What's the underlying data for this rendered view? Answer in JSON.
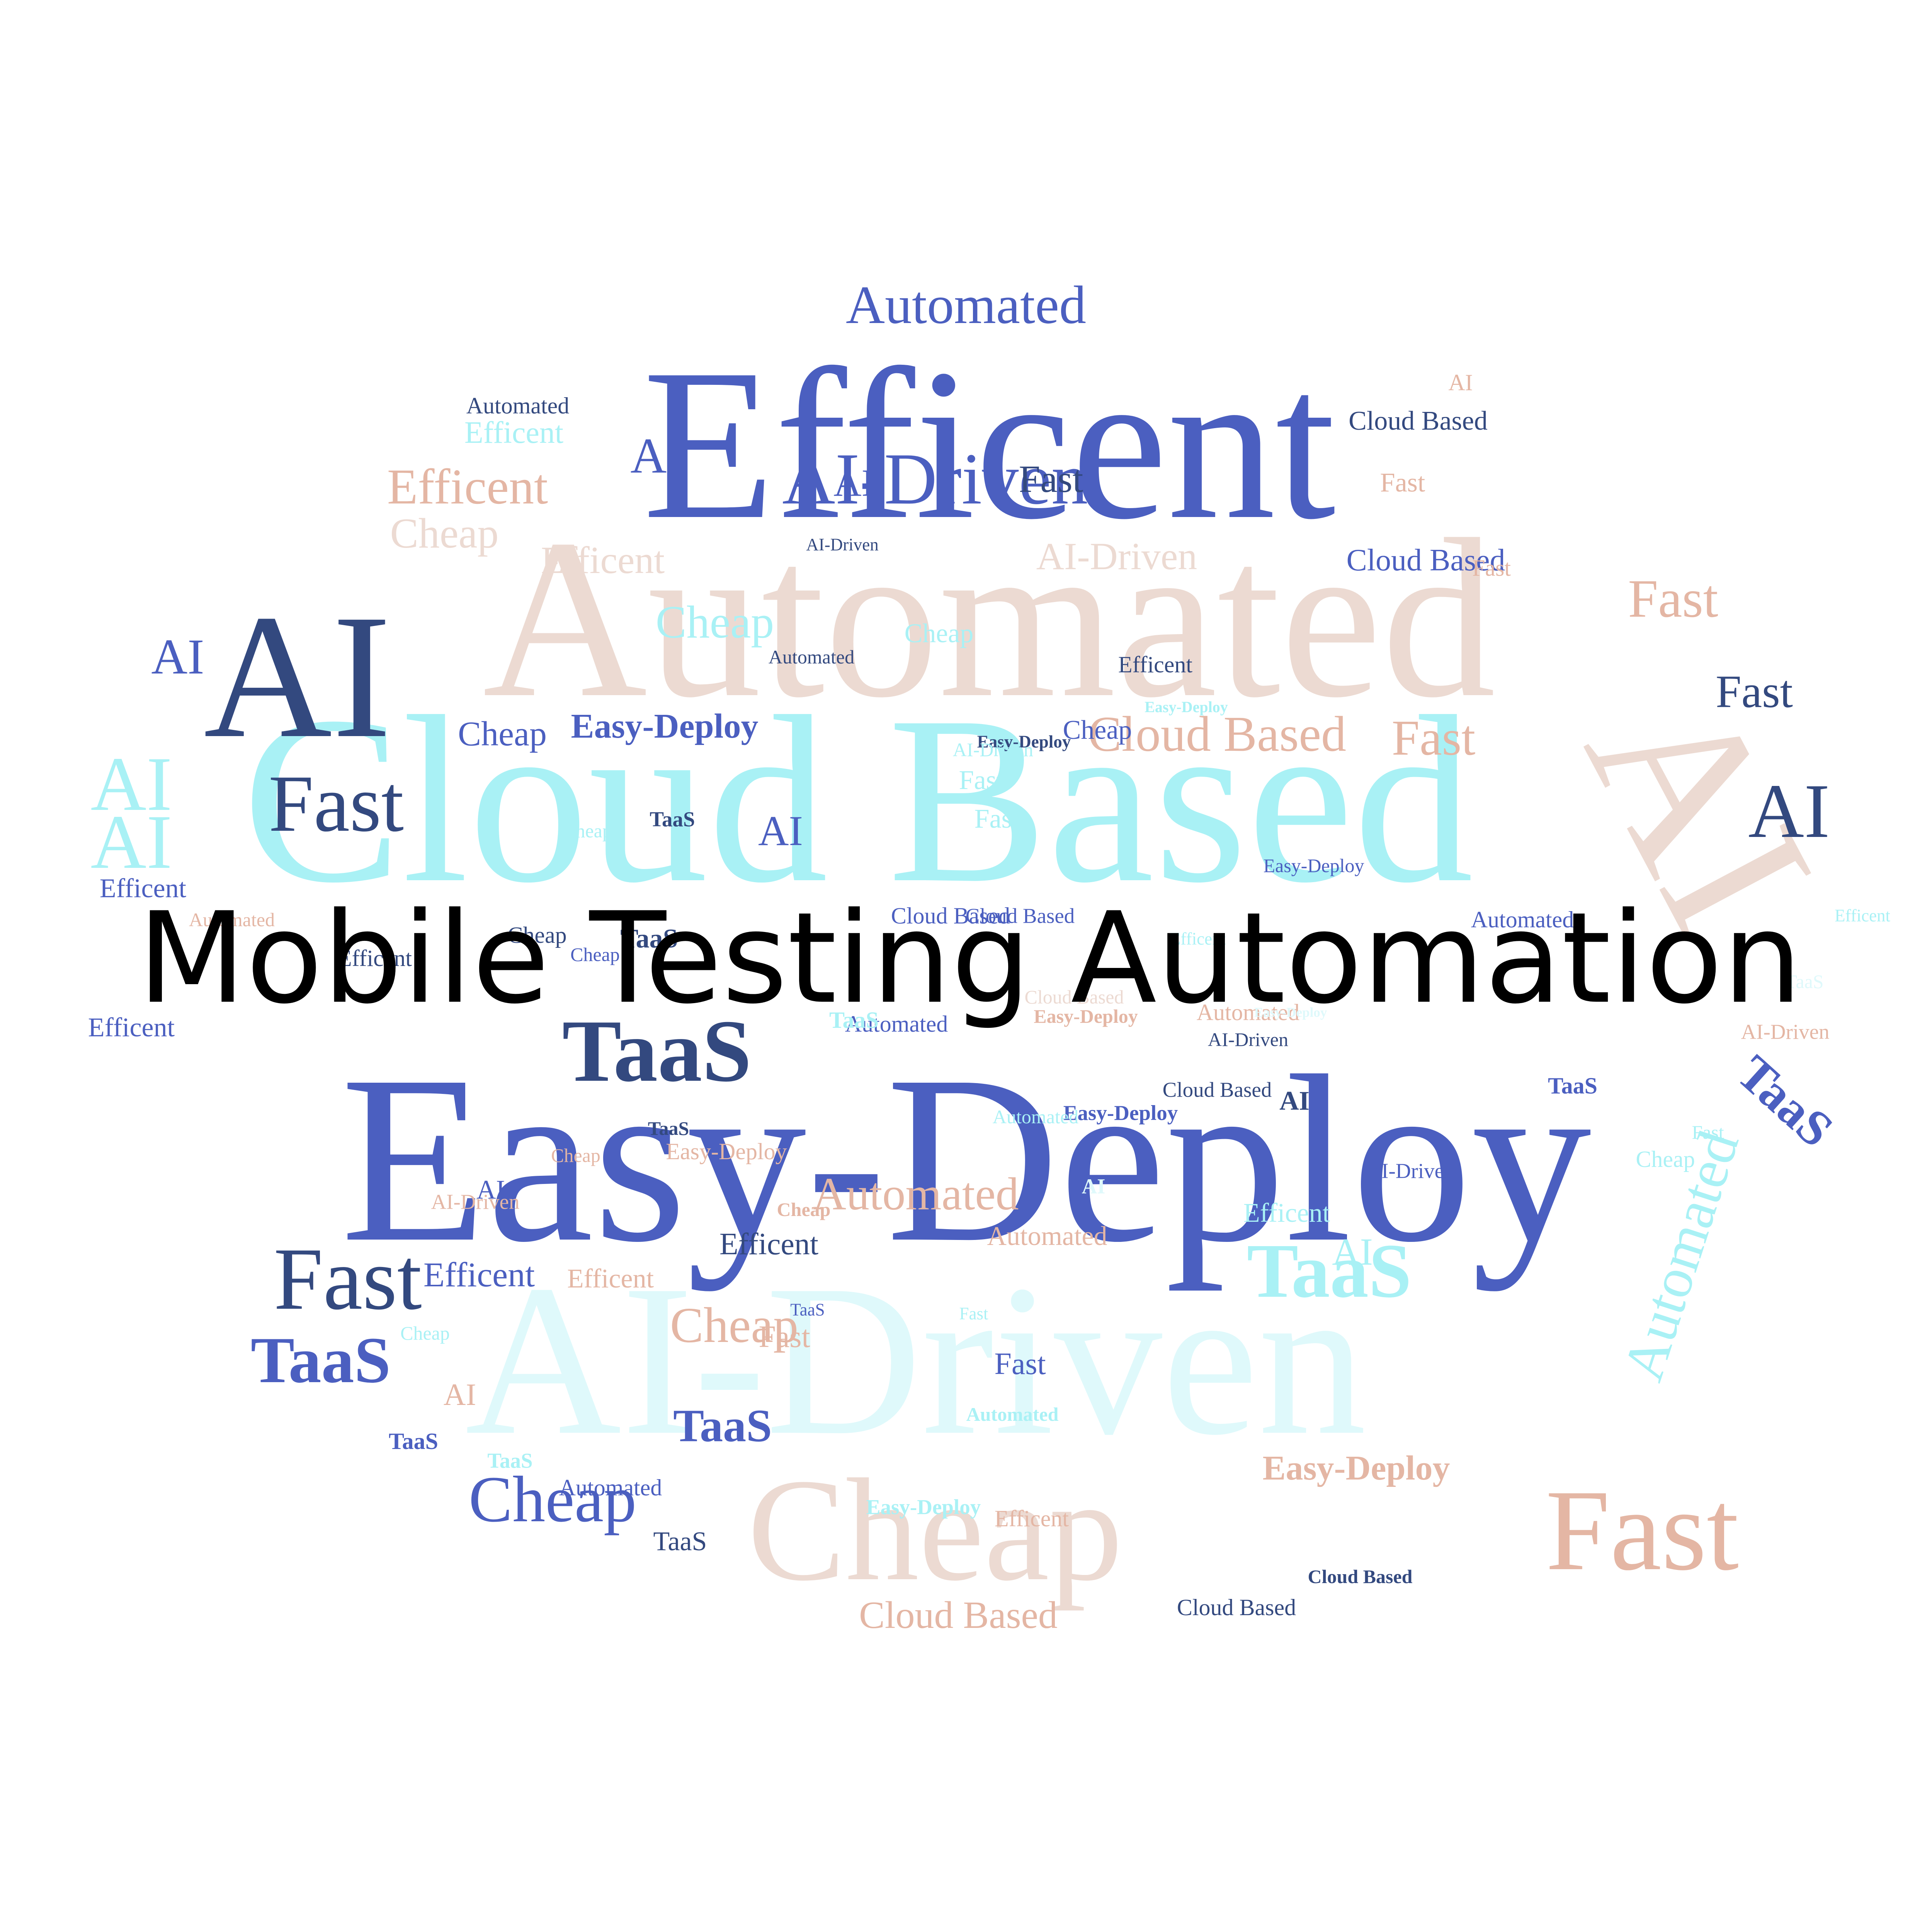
{
  "headline": "Mobile Testing Automation",
  "colors": {
    "headline": "#000000",
    "palette": {
      "A": "#4b5fc0",
      "B": "#33497f",
      "C": "#a9f1f5",
      "D": "#dff9fb",
      "E": "#e4b6a4",
      "F": "#ecdad2"
    }
  },
  "words": [
    {
      "text": "Efficent",
      "c": "A"
    },
    {
      "text": "Automated",
      "c": "F"
    },
    {
      "text": "Cloud Based",
      "c": "C"
    },
    {
      "text": "Easy-Deploy",
      "c": "A"
    },
    {
      "text": "AI-Driven",
      "c": "D"
    },
    {
      "text": "Cheap",
      "c": "F"
    },
    {
      "text": "AI",
      "c": "B"
    },
    {
      "text": "AI",
      "c": "F"
    },
    {
      "text": "AI-Driven",
      "c": "A"
    },
    {
      "text": "Automated",
      "c": "A"
    },
    {
      "text": "Fast",
      "c": "E"
    },
    {
      "text": "TaaS",
      "c": "B"
    },
    {
      "text": "Fast",
      "c": "B"
    },
    {
      "text": "Fast",
      "c": "B"
    },
    {
      "text": "TaaS",
      "c": "C"
    },
    {
      "text": "TaaS",
      "c": "A"
    },
    {
      "text": "Cheap",
      "c": "A"
    },
    {
      "text": "Automated",
      "c": "C"
    },
    {
      "text": "Efficent",
      "c": "E"
    },
    {
      "text": "Cloud Based",
      "c": "E"
    },
    {
      "text": "AI",
      "c": "C"
    },
    {
      "text": "AI",
      "c": "C"
    },
    {
      "text": "AI",
      "c": "B"
    },
    {
      "text": "Fast",
      "c": "E"
    },
    {
      "text": "Fast",
      "c": "E"
    },
    {
      "text": "Fast",
      "c": "B"
    },
    {
      "text": "TaaS",
      "c": "A"
    },
    {
      "text": "TaaS",
      "c": "A"
    },
    {
      "text": "Easy-Deploy",
      "c": "A"
    },
    {
      "text": "Cheap",
      "c": "E"
    },
    {
      "text": "Cloud Based",
      "c": "E"
    },
    {
      "text": "Cloud Based",
      "c": "A"
    },
    {
      "text": "Cheap",
      "c": "F"
    },
    {
      "text": "Efficent",
      "c": "F"
    },
    {
      "text": "Cheap",
      "c": "C"
    },
    {
      "text": "AI-Driven",
      "c": "F"
    },
    {
      "text": "Automated",
      "c": "E"
    },
    {
      "text": "AI",
      "c": "A"
    },
    {
      "text": "AI",
      "c": "A"
    },
    {
      "text": "Cloud Based",
      "c": "A"
    },
    {
      "text": "Easy-Deploy",
      "c": "E"
    },
    {
      "text": "Fast",
      "c": "E"
    },
    {
      "text": "Fast",
      "c": "A"
    },
    {
      "text": "Efficent",
      "c": "A"
    },
    {
      "text": "Efficent",
      "c": "C"
    },
    {
      "text": "Automated",
      "c": "B"
    },
    {
      "text": "Fast",
      "c": "B"
    },
    {
      "text": "Cheap",
      "c": "A"
    },
    {
      "text": "AI",
      "c": "A"
    },
    {
      "text": "AI",
      "c": "A"
    },
    {
      "text": "Efficent",
      "c": "A"
    },
    {
      "text": "Efficent",
      "c": "B"
    },
    {
      "text": "Automated",
      "c": "A"
    },
    {
      "text": "TaaS",
      "c": "B"
    },
    {
      "text": "AI",
      "c": "C"
    },
    {
      "text": "AI",
      "c": "E"
    },
    {
      "text": "Automated",
      "c": "E"
    },
    {
      "text": "Efficent",
      "c": "C"
    },
    {
      "text": "Cheap",
      "c": "A"
    },
    {
      "text": "TaaS",
      "c": "B"
    },
    {
      "text": "Cloud Based",
      "c": "B"
    },
    {
      "text": "Cloud Based",
      "c": "B"
    },
    {
      "text": "Cloud Based",
      "c": "A"
    },
    {
      "text": "Automated",
      "c": "A"
    },
    {
      "text": "Automated",
      "c": "B"
    },
    {
      "text": "AI-Driven",
      "c": "B"
    },
    {
      "text": "Easy-Deploy",
      "c": "B"
    },
    {
      "text": "TaaS",
      "c": "B"
    },
    {
      "text": "TaaS",
      "c": "A"
    },
    {
      "text": "Easy-Deploy",
      "c": "E"
    },
    {
      "text": "Easy-Deploy",
      "c": "A"
    },
    {
      "text": "Easy-Deploy",
      "c": "C"
    },
    {
      "text": "Efficent",
      "c": "B"
    },
    {
      "text": "Cheap",
      "c": "C"
    },
    {
      "text": "Cheap",
      "c": "E"
    },
    {
      "text": "Fast",
      "c": "C"
    },
    {
      "text": "Fast",
      "c": "C"
    },
    {
      "text": "AI-Driven",
      "c": "E"
    },
    {
      "text": "Automated",
      "c": "E"
    },
    {
      "text": "Automated",
      "c": "E"
    },
    {
      "text": "Automated",
      "c": "A"
    },
    {
      "text": "Efficent",
      "c": "E"
    },
    {
      "text": "Efficent",
      "c": "A"
    },
    {
      "text": "Cheap",
      "c": "C"
    },
    {
      "text": "TaaS",
      "c": "B"
    },
    {
      "text": "TaaS",
      "c": "A"
    },
    {
      "text": "TaaS",
      "c": "C"
    },
    {
      "text": "AI",
      "c": "B"
    },
    {
      "text": "Automated",
      "c": "C"
    },
    {
      "text": "Cloud Based",
      "c": "F"
    },
    {
      "text": "Cheap",
      "c": "B"
    },
    {
      "text": "Cheap",
      "c": "A"
    },
    {
      "text": "Easy-Deploy",
      "c": "E"
    },
    {
      "text": "Easy-Deploy",
      "c": "C"
    },
    {
      "text": "Easy-Deploy",
      "c": "D"
    },
    {
      "text": "Cloud Based",
      "c": "B"
    },
    {
      "text": "Cloud Based",
      "c": "B"
    },
    {
      "text": "AI-Driven",
      "c": "B"
    },
    {
      "text": "AI-Driven",
      "c": "E"
    },
    {
      "text": "Fast",
      "c": "C"
    },
    {
      "text": "Fast",
      "c": "C"
    },
    {
      "text": "Fast",
      "c": "E"
    },
    {
      "text": "TaaS",
      "c": "D"
    },
    {
      "text": "TaaS",
      "c": "C"
    },
    {
      "text": "Cheap",
      "c": "E"
    },
    {
      "text": "Cheap",
      "c": "C"
    },
    {
      "text": "Efficent",
      "c": "C"
    },
    {
      "text": "AI-Driven",
      "c": "C"
    },
    {
      "text": "Easy-Deploy",
      "c": "A"
    },
    {
      "text": "Automated",
      "c": "C"
    },
    {
      "text": "TaaS",
      "c": "A"
    },
    {
      "text": "AI",
      "c": "D"
    },
    {
      "text": "Efficent",
      "c": "E"
    },
    {
      "text": "AI",
      "c": "E"
    },
    {
      "text": "AI",
      "c": "A"
    },
    {
      "text": "Cheap",
      "c": "C"
    },
    {
      "text": "Efficent",
      "c": "B"
    },
    {
      "text": "Fast",
      "c": "E"
    },
    {
      "text": "AI-Driven",
      "c": "A"
    },
    {
      "text": "Efficent",
      "c": "C"
    }
  ]
}
